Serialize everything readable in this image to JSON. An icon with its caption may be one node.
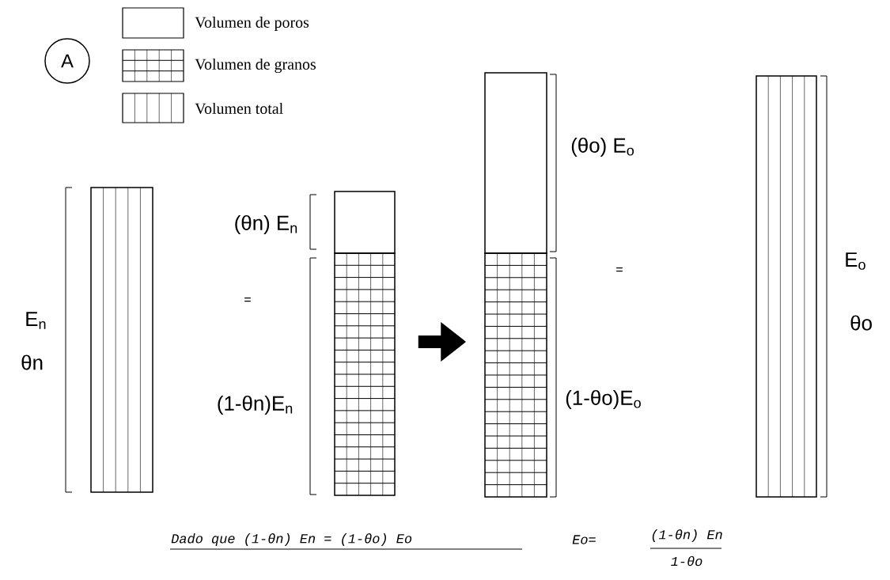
{
  "diagram": {
    "nodes": [
      {
        "text": [
          "A"
        ]
      },
      {
        "text": [],
        "shape": "box",
        "beside": [
          "E$_{n}$",
          "θn"
        ]
      },
      {
        "text": [],
        "shape": "box",
        "beside": [
          "(θn) E$_{n}$"
        ]
      },
      {
        "text": [],
        "shape": "box",
        "beside": [
          "(1-θn)E$_{n}$"
        ]
      },
      {
        "text": [],
        "shape": "box",
        "beside": [
          "(θo) E$_{o}$"
        ]
      },
      {
        "text": [],
        "shape": "box",
        "beside": [
          "(1-θo)E$_{o}$"
        ]
      },
      {
        "text": [],
        "shape": "box",
        "beside": [
          "E$_{o}$",
          "θo"
        ]
      }
    ],
    "edges": [
      {
        "from": 3,
        "to": 5,
        "arrow": "to"
      }
    ],
    "labels": [
      "=",
      "=",
      "Dado que (1-θn) En = (1-θo) Eo",
      "Eo=",
      "(1-θn) En",
      "1-θo"
    ],
    "legend": [
      {
        "text": "Volumen de poros"
      },
      {
        "text": "Volumen de granos"
      },
      {
        "text": "Volumen total"
      }
    ]
  }
}
